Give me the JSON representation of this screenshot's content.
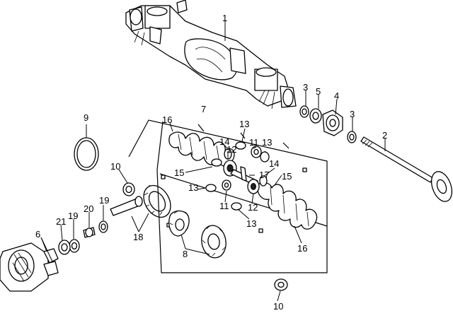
{
  "callouts": {
    "c1": "1",
    "c2": "2",
    "c3a": "3",
    "c3b": "3",
    "c4": "4",
    "c5": "5",
    "c6": "6",
    "c7": "7",
    "c8": "8",
    "c9": "9",
    "c10a": "10",
    "c10b": "10",
    "c11a": "11",
    "c11b": "11",
    "c12a": "12",
    "c12b": "12",
    "c13a": "13",
    "c13b": "13",
    "c13c": "13",
    "c13d": "13",
    "c14a": "14",
    "c14b": "14",
    "c15a": "15",
    "c15b": "15",
    "c16a": "16",
    "c16b": "16",
    "c17": "17",
    "c18": "18",
    "c19a": "19",
    "c19b": "19",
    "c20": "20",
    "c21": "21"
  },
  "colors": {
    "line": "#000000",
    "background": "#ffffff"
  }
}
